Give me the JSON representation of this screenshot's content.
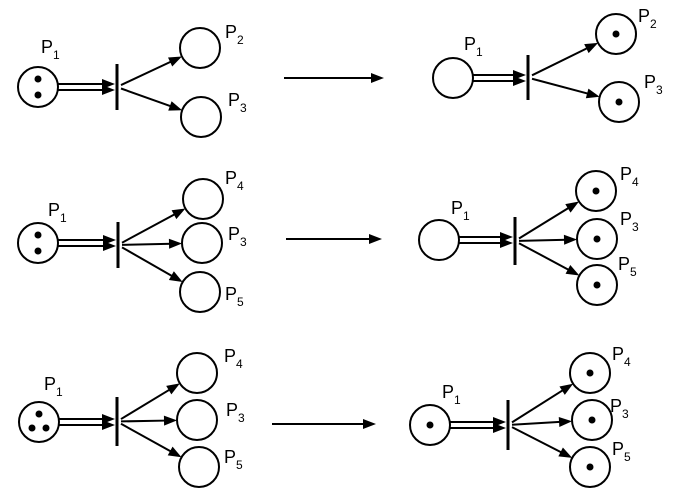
{
  "place_letter": "P",
  "rows": [
    {
      "before": {
        "input": {
          "label": "P",
          "sub": "1",
          "tokens": 2
        },
        "outputs": [
          {
            "label": "P",
            "sub": "2",
            "tokens": 0
          },
          {
            "label": "P",
            "sub": "3",
            "tokens": 0
          }
        ]
      },
      "after": {
        "input": {
          "label": "P",
          "sub": "1",
          "tokens": 0
        },
        "outputs": [
          {
            "label": "P",
            "sub": "2",
            "tokens": 1
          },
          {
            "label": "P",
            "sub": "3",
            "tokens": 1
          }
        ]
      }
    },
    {
      "before": {
        "input": {
          "label": "P",
          "sub": "1",
          "tokens": 2
        },
        "outputs": [
          {
            "label": "P",
            "sub": "4",
            "tokens": 0
          },
          {
            "label": "P",
            "sub": "3",
            "tokens": 0
          },
          {
            "label": "P",
            "sub": "5",
            "tokens": 0
          }
        ]
      },
      "after": {
        "input": {
          "label": "P",
          "sub": "1",
          "tokens": 0
        },
        "outputs": [
          {
            "label": "P",
            "sub": "4",
            "tokens": 1
          },
          {
            "label": "P",
            "sub": "3",
            "tokens": 1
          },
          {
            "label": "P",
            "sub": "5",
            "tokens": 1
          }
        ]
      }
    },
    {
      "before": {
        "input": {
          "label": "P",
          "sub": "1",
          "tokens": 3
        },
        "outputs": [
          {
            "label": "P",
            "sub": "4",
            "tokens": 0
          },
          {
            "label": "P",
            "sub": "3",
            "tokens": 0
          },
          {
            "label": "P",
            "sub": "5",
            "tokens": 0
          }
        ]
      },
      "after": {
        "input": {
          "label": "P",
          "sub": "1",
          "tokens": 1
        },
        "outputs": [
          {
            "label": "P",
            "sub": "4",
            "tokens": 1
          },
          {
            "label": "P",
            "sub": "3",
            "tokens": 1
          },
          {
            "label": "P",
            "sub": "5",
            "tokens": 1
          }
        ]
      }
    }
  ]
}
